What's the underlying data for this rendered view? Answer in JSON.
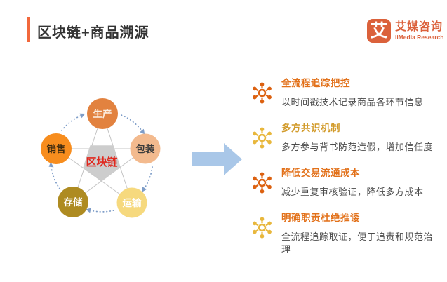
{
  "header": {
    "title": "区块链+商品溯源",
    "accent_color": "#F2683C"
  },
  "logo": {
    "glyph": "艾",
    "name_cn": "艾媒咨询",
    "name_en": "iiMedia Research",
    "brand_color": "#DB613B"
  },
  "diagram": {
    "center_label": "区块链",
    "center_text_color": "#E0281E",
    "pentagon_fill": "#CDCDCD",
    "line_color": "#C4C4C4",
    "arc_color": "#7E9DC8",
    "arrow_color": "#A9C7E8",
    "nodes": [
      {
        "label": "生产",
        "color": "#E2823F",
        "text_color": "#FBEFE2"
      },
      {
        "label": "包装",
        "color": "#F3BA8E",
        "text_color": "#3C3C3C"
      },
      {
        "label": "运输",
        "color": "#F6D97E",
        "text_color": "#FFFFFF"
      },
      {
        "label": "存储",
        "color": "#AE8B21",
        "text_color": "#FFFFFF"
      },
      {
        "label": "销售",
        "color": "#F78D1E",
        "text_color": "#3D2B10"
      }
    ]
  },
  "features": {
    "items": [
      {
        "icon": "hub-node-icon",
        "icon_color": "#DC6110",
        "title": "全流程追踪把控",
        "title_color": "#E2711A",
        "description": "以时间戳技术记录商品各环节信息"
      },
      {
        "icon": "hub-node-icon",
        "icon_color": "#E8B73C",
        "title": "多方共识机制",
        "title_color": "#D29B2B",
        "description": "多方参与背书防范造假，增加信任度"
      },
      {
        "icon": "hub-node-icon",
        "icon_color": "#DC6110",
        "title": "降低交易流通成本",
        "title_color": "#E2711A",
        "description": "减少重复审核验证，降低多方成本"
      },
      {
        "icon": "hub-node-icon",
        "icon_color": "#E8B73C",
        "title": "明确职责杜绝推诿",
        "title_color": "#E2711A",
        "description": "全流程追踪取证，便于追责和规范治理"
      }
    ]
  }
}
